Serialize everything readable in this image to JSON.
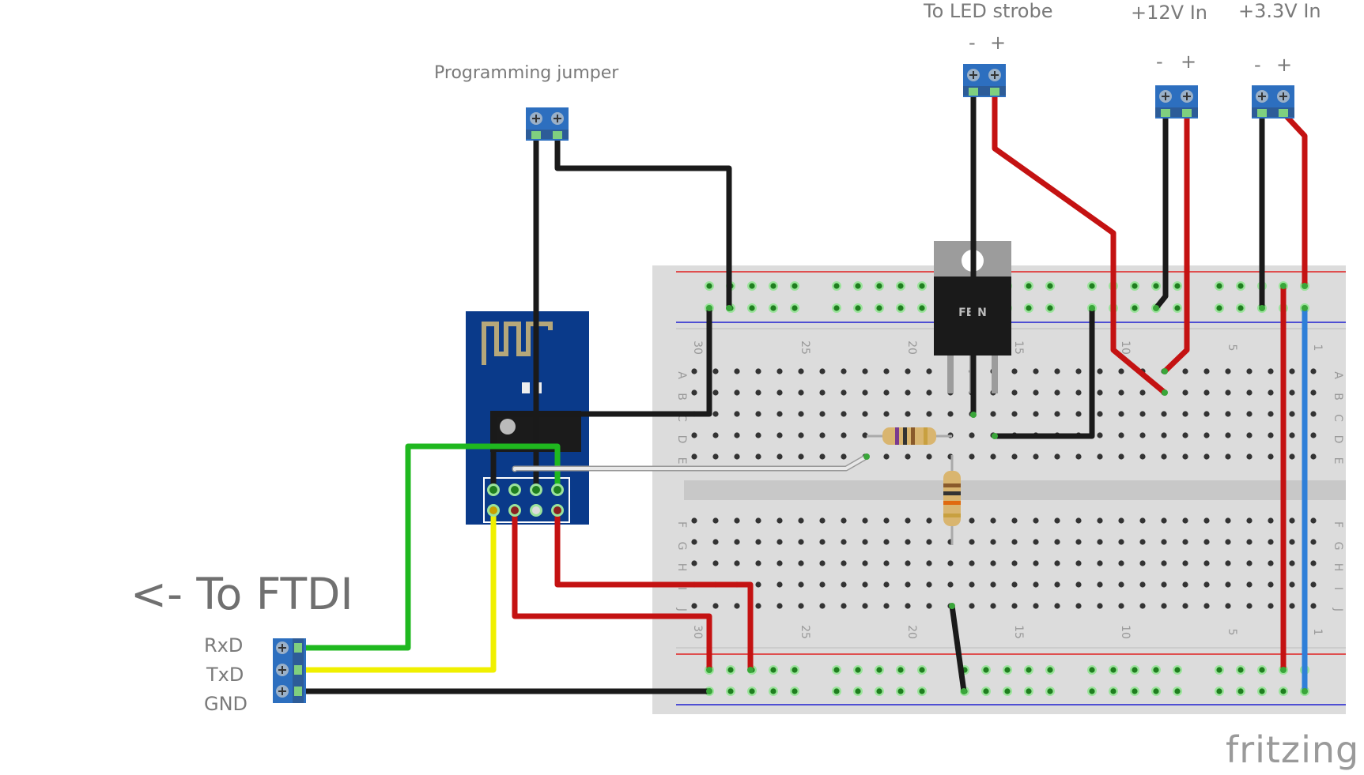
{
  "labels": {
    "programming_jumper": "Programming jumper",
    "to_led_strobe": "To LED strobe",
    "plus12_in": "+12V In",
    "plus33_in": "+3.3V In",
    "minus": "-",
    "plus": "+",
    "to_ftdi": "<- To FTDI",
    "rxd": "RxD",
    "txd": "TxD",
    "gnd": "GND",
    "fritzing": "fritzing"
  },
  "breadboard": {
    "row_letters_top": [
      "A",
      "B",
      "C",
      "D",
      "E"
    ],
    "row_letters_bottom": [
      "F",
      "G",
      "H",
      "I",
      "J"
    ],
    "column_numbers": [
      "30",
      "25",
      "20",
      "15",
      "10",
      "5",
      "1"
    ]
  },
  "regulator": {
    "marking": "FE  N"
  },
  "colors": {
    "black_wire": "#1a1a1a",
    "red_wire": "#c41212",
    "green_wire": "#1fb81f",
    "yellow_wire": "#f0f000",
    "blue_wire": "#2f7fd8",
    "white_wire": "#d0d0d0",
    "breadboard": "#dcdcdc",
    "esp_board": "#0a3a8a",
    "terminal_block": "#2d6fbf",
    "rail_red": "#e02020",
    "rail_blue": "#2020d0"
  }
}
